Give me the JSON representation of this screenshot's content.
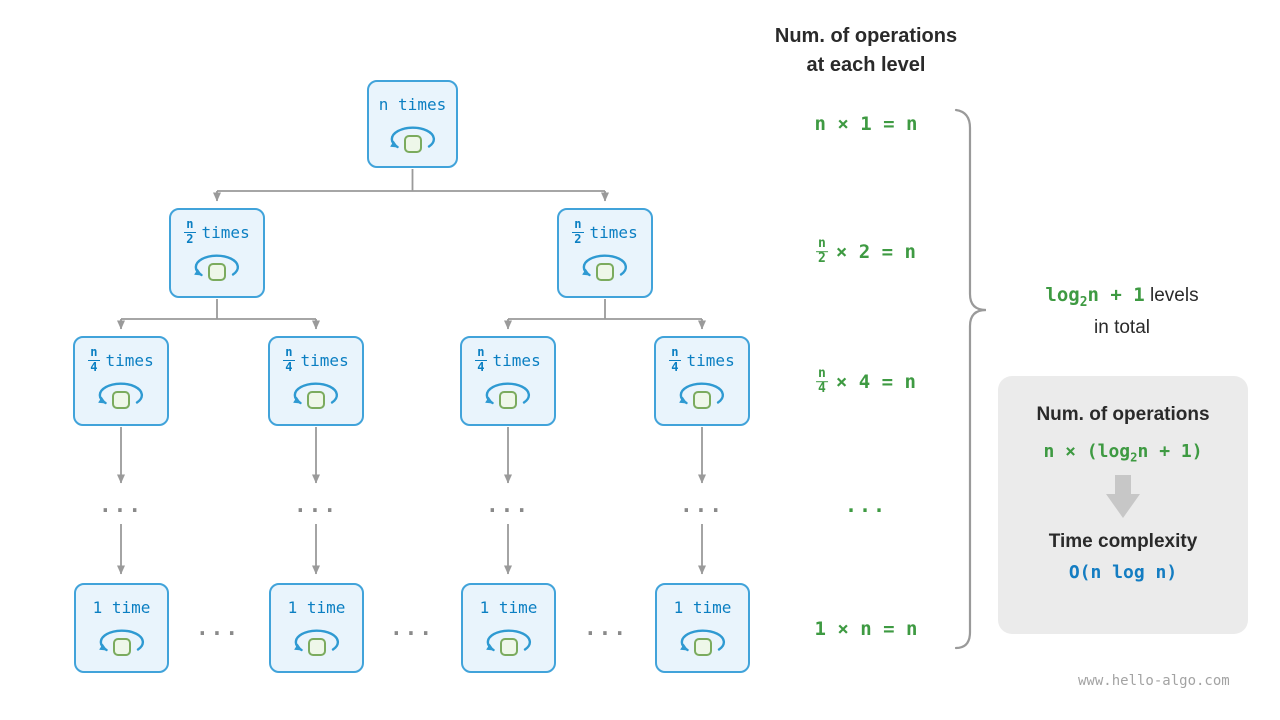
{
  "colors": {
    "node_bg": "#e9f4fc",
    "node_border": "#41a3da",
    "node_text": "#0b7fc2",
    "loop_stroke": "#2f9ad2",
    "square_bg": "#eef7e9",
    "square_border": "#7bab5e",
    "connector": "#9a9a9a",
    "green": "#3e9a42",
    "dark": "#2a2a2a",
    "blue_text": "#147dc2",
    "panel_bg": "#ebebeb",
    "watermark": "#a3a3a3"
  },
  "right_title": {
    "line1": "Num. of operations",
    "line2": "at each level"
  },
  "tree": {
    "root": {
      "label": "n times"
    },
    "l1": {
      "frac_num": "n",
      "frac_den": "2",
      "suffix": "times"
    },
    "l2": {
      "frac_num": "n",
      "frac_den": "4",
      "suffix": "times"
    },
    "leaf": {
      "label": "1 time"
    },
    "ellipsis": "..."
  },
  "equations": {
    "row1": "n × 1 = n",
    "row2": {
      "num": "n",
      "den": "2",
      "rest": "× 2 = n"
    },
    "row3": {
      "num": "n",
      "den": "4",
      "rest": "× 4 = n"
    },
    "row4": "...",
    "row5": "1 × n = n"
  },
  "brace_label": {
    "g1": "log",
    "sub": "2",
    "g2": "n + 1",
    "levels": "levels",
    "line2": "in total"
  },
  "panel": {
    "title": "Num. of operations",
    "formula_p1": "n × (log",
    "formula_sub": "2",
    "formula_p2": "n + 1)",
    "subtitle": "Time complexity",
    "complexity": "O(n log n)"
  },
  "watermark": "www.hello-algo.com"
}
